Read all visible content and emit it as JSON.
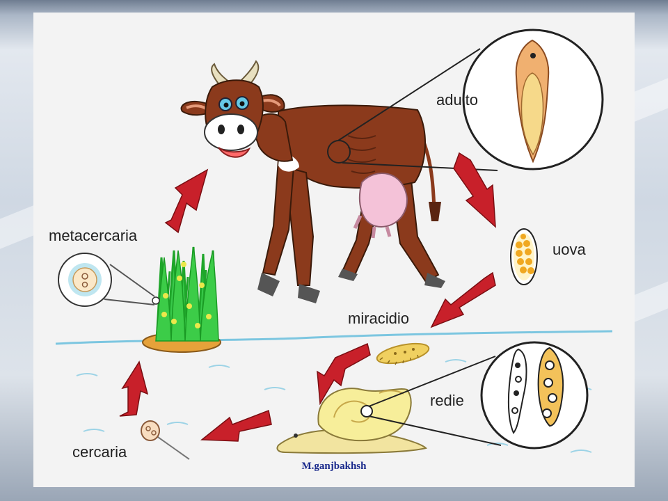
{
  "labels": {
    "adulto": "adulto",
    "uova": "uova",
    "miracidio": "miracidio",
    "redie": "redie",
    "cercaria": "cercaria",
    "metacercaria": "metacercaria"
  },
  "credit": "M.ganjbakhsh",
  "colors": {
    "arrow": "#c8202a",
    "water": "#7cc6e0",
    "cow": "#8b3a1c",
    "grass": "#2ec23a",
    "snail": "#f3e7a0",
    "fluke": "#f0b070"
  }
}
